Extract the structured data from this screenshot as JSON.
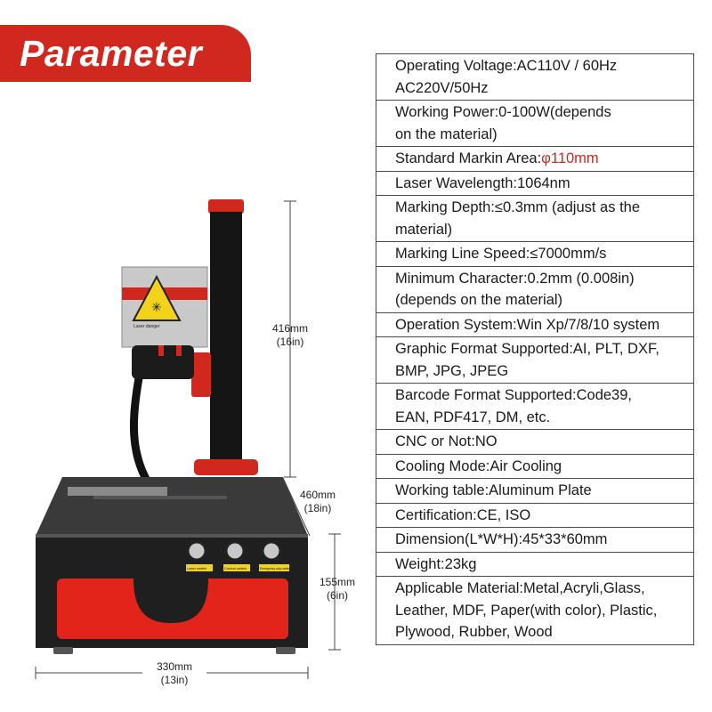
{
  "banner": {
    "title": "Parameter"
  },
  "colors": {
    "accent": "#d0281e",
    "machine_body": "#1f1f1f",
    "red_panel": "#e3241b"
  },
  "specs": [
    {
      "lines": [
        "Operating Voltage:AC110V / 60Hz",
        "AC220V/50Hz"
      ]
    },
    {
      "lines": [
        "Working Power:0-100W(depends",
        "on the material)"
      ]
    },
    {
      "label": "Standard Markin Area:",
      "value": "φ110mm"
    },
    {
      "lines": [
        "Laser Wavelength:1064nm"
      ]
    },
    {
      "lines": [
        "Marking Depth:≤0.3mm (adjust as the",
        "material)"
      ]
    },
    {
      "lines": [
        "Marking Line Speed:≤7000mm/s"
      ]
    },
    {
      "lines": [
        "Minimum Character:0.2mm (0.008in)",
        "(depends on the material)"
      ]
    },
    {
      "lines": [
        "Operation System:Win Xp/7/8/10 system"
      ]
    },
    {
      "lines": [
        "Graphic Format Supported:AI, PLT, DXF,",
        "BMP, JPG, JPEG"
      ]
    },
    {
      "lines": [
        "Barcode Format Supported:Code39,",
        "EAN, PDF417, DM, etc."
      ]
    },
    {
      "lines": [
        "CNC or Not:NO"
      ]
    },
    {
      "lines": [
        "Cooling Mode:Air Cooling"
      ]
    },
    {
      "lines": [
        "Working table:Aluminum Plate"
      ]
    },
    {
      "lines": [
        "Certification:CE, ISO"
      ]
    },
    {
      "lines": [
        "Dimension(L*W*H):45*33*60mm"
      ]
    },
    {
      "lines": [
        "Weight:23kg"
      ]
    },
    {
      "lines": [
        "Applicable Material:Metal,Acryli,Glass,",
        "Leather, MDF, Paper(with color), Plastic,",
        "Plywood, Rubber, Wood"
      ]
    }
  ],
  "dimensions": {
    "height_column": {
      "mm": "416mm",
      "in": "(16in)"
    },
    "depth": {
      "mm": "460mm",
      "in": "(18in)"
    },
    "height_base": {
      "mm": "155mm",
      "in": "(6in)"
    },
    "width": {
      "mm": "330mm",
      "in": "(13in)"
    }
  },
  "machine_labels": {
    "head_warning": "Laser danger",
    "switch_1": "Laser switch",
    "switch_2": "Control switch",
    "switch_3": "Emergency stop switch"
  }
}
